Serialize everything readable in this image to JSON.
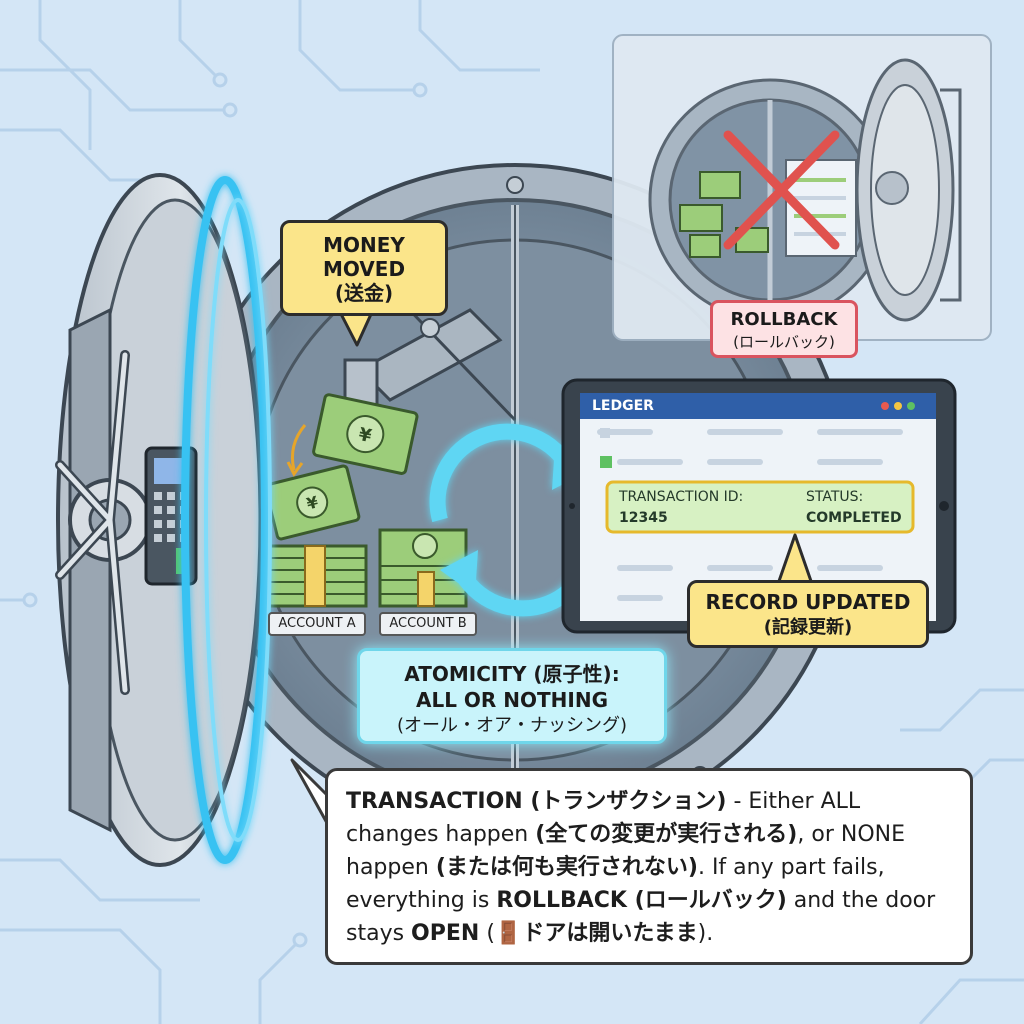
{
  "callouts": {
    "money_moved": "MONEY MOVED",
    "money_moved_jp": "(送金)",
    "rollback": "ROLLBACK",
    "rollback_jp": "(ロールバック)",
    "record_updated": "RECORD UPDATED",
    "record_updated_jp": "(記録更新)",
    "atomicity": "ATOMICITY (原子性):",
    "atomicity_2": "ALL OR NOTHING",
    "atomicity_jp": "(オール・オア・ナッシング)"
  },
  "accounts": {
    "a": "ACCOUNT A",
    "b": "ACCOUNT B"
  },
  "ledger": {
    "title": "LEDGER",
    "transaction_id_label": "TRANSACTION ID:",
    "transaction_id_value": "12345",
    "status_label": "STATUS:",
    "status_value": "COMPLETED"
  },
  "explanation": {
    "term": "TRANSACTION (トランザクション)",
    "t1": " - Either ALL changes happen ",
    "jp1": "(全ての変更が実行される)",
    "t2": ", or NONE happen ",
    "jp2": "(または何も実行されない)",
    "t3": ". If any part fails, everything is ",
    "rollback": "ROLLBACK (ロールバック)",
    "t4": " and the door stays ",
    "open": "OPEN",
    "t5": " (",
    "door_icon_glyph": "🚪",
    "jp3": "ドアは開いたまま",
    "t6": ")."
  },
  "colors": {
    "background": "#d4e6f6",
    "glow": "#39c2f2",
    "callout_yellow": "#fbe58a",
    "rollback_red": "#d9545f",
    "cash_green": "#9ccd7a",
    "ledger_header": "#2f5fa8"
  },
  "icons": [
    "vault-door",
    "keypad-icon",
    "yen-bill-icon",
    "cycle-arrows-icon",
    "red-x-icon",
    "door-icon"
  ]
}
